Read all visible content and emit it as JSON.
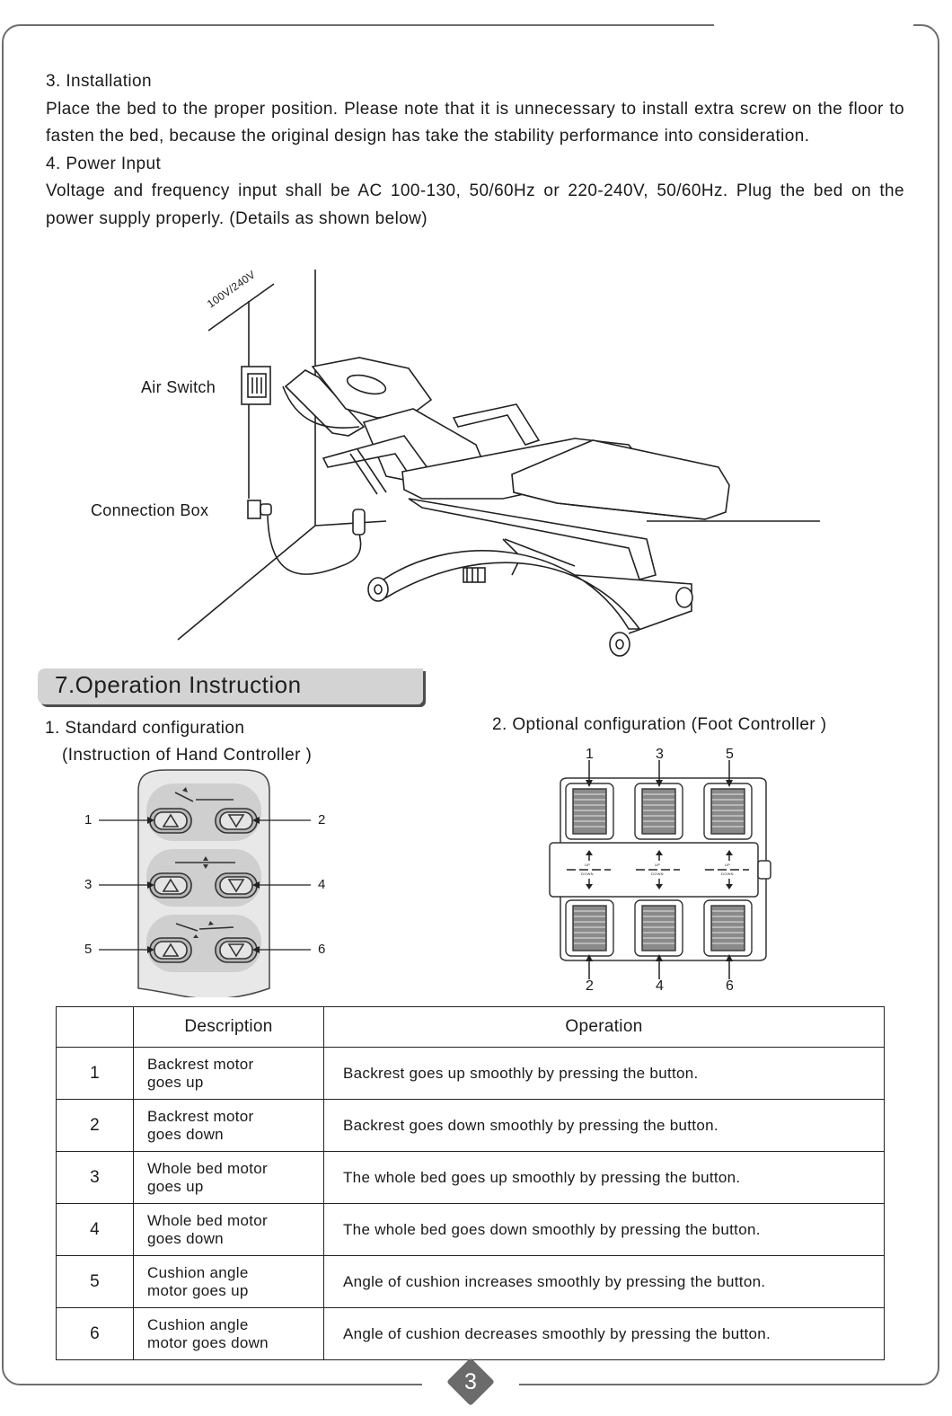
{
  "installation": {
    "heading": "3. Installation",
    "body": "Place the bed to the proper position. Please note that it is unnecessary to install extra screw on the floor to fasten the bed, because the original design has take the stability performance into consideration."
  },
  "power": {
    "heading": "4. Power Input",
    "body": "Voltage and frequency input shall be AC 100-130, 50/60Hz or 220-240V, 50/60Hz. Plug the bed on the power supply properly. (Details as shown below)"
  },
  "install_diagram": {
    "voltage_label": "100V/240V",
    "air_switch_label": "Air Switch",
    "connection_box_label": "Connection Box"
  },
  "operation": {
    "section_title": "7.Operation Instruction",
    "standard_title": "1. Standard configuration",
    "standard_subtitle": "(Instruction of Hand Controller )",
    "optional_title": "2. Optional configuration (Foot Controller )",
    "hand_callouts": [
      "1",
      "2",
      "3",
      "4",
      "5",
      "6"
    ],
    "foot_callouts_top": [
      "1",
      "3",
      "5"
    ],
    "foot_callouts_bottom": [
      "2",
      "4",
      "6"
    ],
    "foot_up_label": "UP",
    "foot_down_label": "DOWN"
  },
  "table": {
    "headers": [
      "",
      "Description",
      "Operation"
    ],
    "rows": [
      {
        "num": "1",
        "desc_line1": "Backrest motor",
        "desc_line2": "goes up",
        "op": "Backrest goes up smoothly by pressing the button."
      },
      {
        "num": "2",
        "desc_line1": "Backrest motor",
        "desc_line2": "goes down",
        "op": "Backrest goes down smoothly by pressing the button."
      },
      {
        "num": "3",
        "desc_line1": "Whole bed motor",
        "desc_line2": "goes up",
        "op": "The whole bed goes up smoothly by pressing the button."
      },
      {
        "num": "4",
        "desc_line1": "Whole bed motor",
        "desc_line2": "goes down",
        "op": "The whole bed goes down smoothly by pressing the button."
      },
      {
        "num": "5",
        "desc_line1": "Cushion angle",
        "desc_line2": "motor goes up",
        "op": "Angle of cushion  increases smoothly by pressing the button."
      },
      {
        "num": "6",
        "desc_line1": "Cushion angle",
        "desc_line2": "motor goes down",
        "op": "Angle of cushion  decreases smoothly by pressing the button."
      }
    ]
  },
  "page_number": "3"
}
